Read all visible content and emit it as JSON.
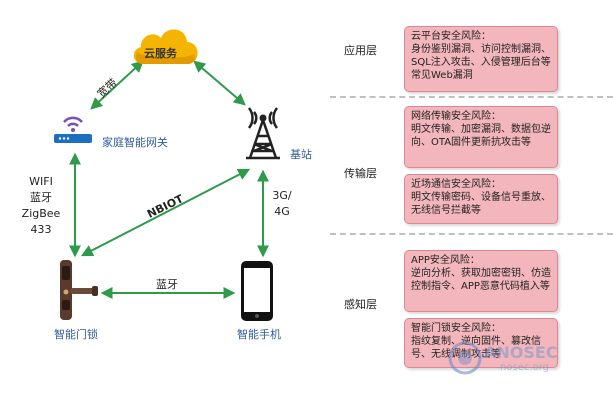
{
  "nodes": {
    "cloud": "云服务",
    "gateway": "家庭智能网关",
    "base_station": "基站",
    "door_lock": "智能门锁",
    "phone": "智能手机"
  },
  "edges": {
    "broadband": "宽带",
    "nbiot": "NBIOT",
    "bluetooth": "蓝牙",
    "cellular": [
      "3G/",
      "4G"
    ],
    "local_protocols": [
      "WIFI",
      "蓝牙",
      "ZigBee",
      "433"
    ]
  },
  "layers": [
    {
      "name": "应用层",
      "boxes": [
        {
          "title": "云平台安全风险：",
          "detail": "身份鉴别漏洞、访问控制漏洞、SQL注入攻击、入侵管理后台等常见Web漏洞"
        }
      ]
    },
    {
      "name": "传输层",
      "boxes": [
        {
          "title": "网络传输安全风险：",
          "detail": "明文传输、加密漏洞、数据包逆向、OTA固件更新抗攻击等"
        },
        {
          "title": "近场通信安全风险：",
          "detail": "明文传输密码、设备信号重放、无线信号拦截等"
        }
      ]
    },
    {
      "name": "感知层",
      "boxes": [
        {
          "title": "APP安全风险：",
          "detail": "逆向分析、获取加密密钥、仿造控制指令、APP恶意代码植入等"
        },
        {
          "title": "智能门锁安全风险：",
          "detail": "指纹复制、逆向固件、篡改信号、无线调制攻击等"
        }
      ]
    }
  ],
  "watermark": {
    "brand": "ANOSEC",
    "site": "nosec.org"
  },
  "colors": {
    "arrow": "#2f9a4a",
    "box_fill": "#f3b6bc",
    "box_border": "#d9888f",
    "node_label": "#2e5c9a",
    "cloud": "#f5b400"
  }
}
